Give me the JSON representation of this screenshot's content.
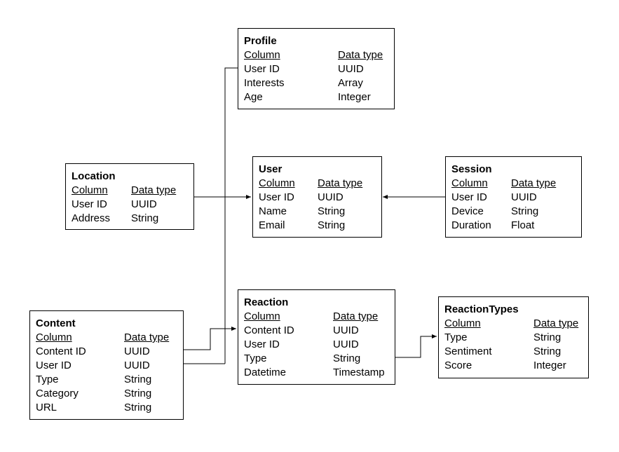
{
  "header": {
    "col": "Column",
    "type": "Data type"
  },
  "entities": {
    "profile": {
      "name": "Profile",
      "fields": [
        {
          "column": "User ID",
          "type": "UUID"
        },
        {
          "column": "Interests",
          "type": "Array"
        },
        {
          "column": "Age",
          "type": "Integer"
        }
      ]
    },
    "location": {
      "name": "Location",
      "fields": [
        {
          "column": "User ID",
          "type": "UUID"
        },
        {
          "column": "Address",
          "type": "String"
        }
      ]
    },
    "user": {
      "name": "User",
      "fields": [
        {
          "column": "User ID",
          "type": "UUID"
        },
        {
          "column": "Name",
          "type": "String"
        },
        {
          "column": "Email",
          "type": "String"
        }
      ]
    },
    "session": {
      "name": "Session",
      "fields": [
        {
          "column": "User ID",
          "type": "UUID"
        },
        {
          "column": "Device",
          "type": "String"
        },
        {
          "column": "Duration",
          "type": "Float"
        }
      ]
    },
    "content": {
      "name": "Content",
      "fields": [
        {
          "column": "Content ID",
          "type": "UUID"
        },
        {
          "column": "User ID",
          "type": "UUID"
        },
        {
          "column": "Type",
          "type": "String"
        },
        {
          "column": "Category",
          "type": "String"
        },
        {
          "column": "URL",
          "type": "String"
        }
      ]
    },
    "reaction": {
      "name": "Reaction",
      "fields": [
        {
          "column": "Content ID",
          "type": "UUID"
        },
        {
          "column": "User ID",
          "type": "UUID"
        },
        {
          "column": "Type",
          "type": "String"
        },
        {
          "column": "Datetime",
          "type": "Timestamp"
        }
      ]
    },
    "reactiontypes": {
      "name": "ReactionTypes",
      "fields": [
        {
          "column": "Type",
          "type": "String"
        },
        {
          "column": "Sentiment",
          "type": "String"
        },
        {
          "column": "Score",
          "type": "Integer"
        }
      ]
    }
  }
}
